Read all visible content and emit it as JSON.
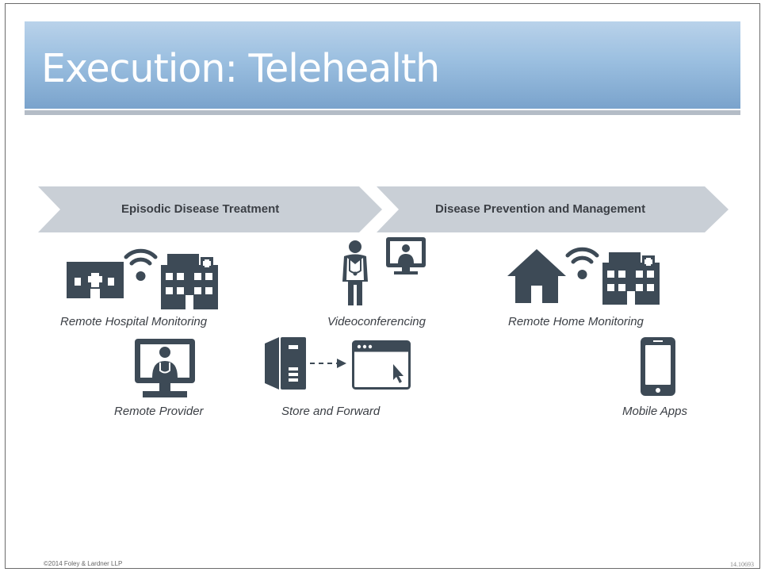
{
  "slide": {
    "title": "Execution: Telehealth",
    "footer_copyright": "©2014 Foley & Lardner LLP",
    "footer_code": "14.10693"
  },
  "phases": [
    {
      "label": "Episodic Disease Treatment"
    },
    {
      "label": "Disease Prevention and Management"
    }
  ],
  "items": [
    {
      "label": "Remote Hospital Monitoring",
      "icons": [
        "clinic-icon",
        "wifi-icon",
        "hospital-icon"
      ]
    },
    {
      "label": "Videoconferencing",
      "icons": [
        "doctor-icon",
        "monitor-icon"
      ]
    },
    {
      "label": "Remote Home Monitoring",
      "icons": [
        "home-icon",
        "wifi-icon",
        "hospital-icon"
      ]
    },
    {
      "label": "Remote Provider",
      "icons": [
        "provider-monitor-icon"
      ]
    },
    {
      "label": "Store and Forward",
      "icons": [
        "server-icon",
        "arrow-icon",
        "browser-window-icon"
      ]
    },
    {
      "label": "Mobile Apps",
      "icons": [
        "smartphone-icon"
      ]
    }
  ],
  "colors": {
    "icon": "#3d4a56",
    "chevron": "#c9cfd6",
    "title_bar_top": "#b9d2ea",
    "title_bar_bottom": "#7aa3cc"
  }
}
